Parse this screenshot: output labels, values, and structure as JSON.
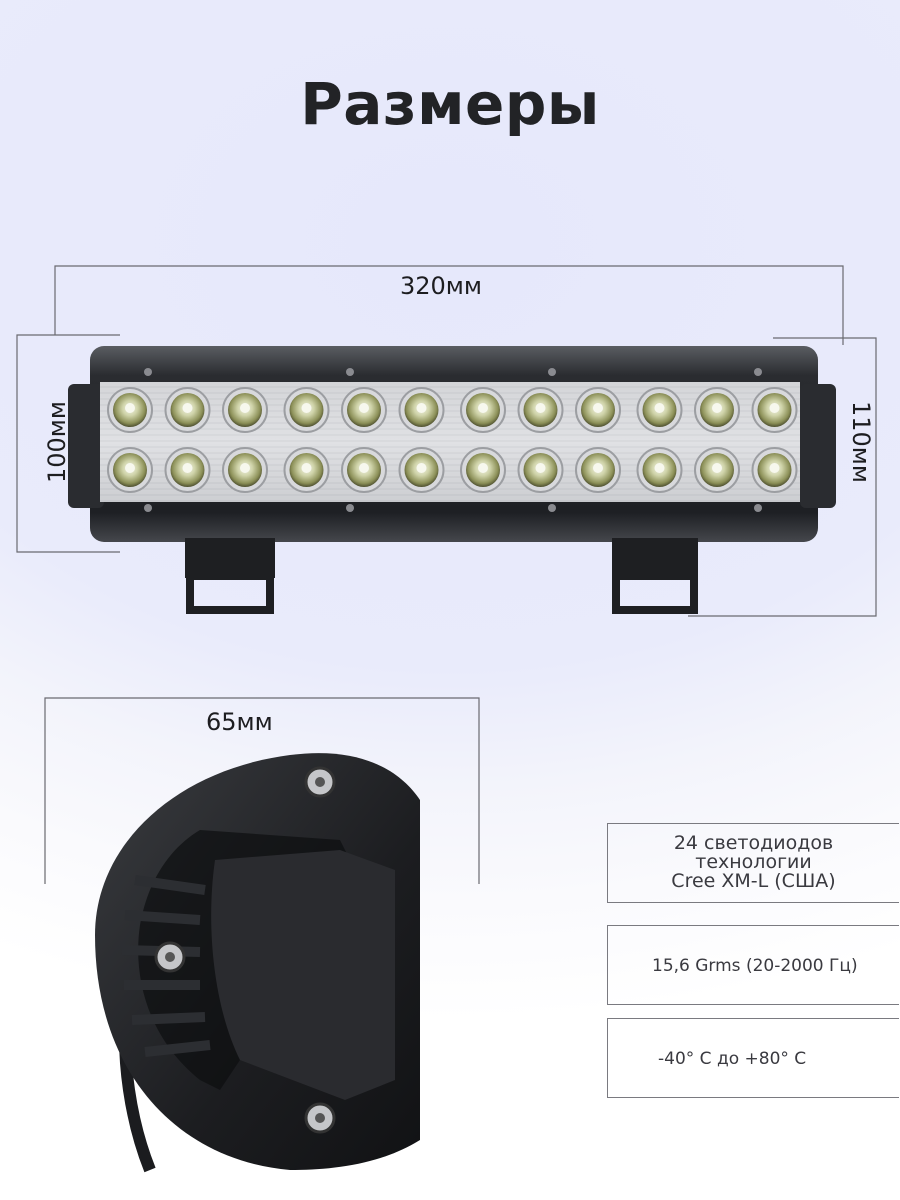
{
  "page": {
    "title": "Размеры"
  },
  "dimensions": {
    "length": "320мм",
    "height_left": "100мм",
    "height_right": "110мм",
    "depth": "65мм"
  },
  "specs": [
    {
      "lines": [
        "24 светодиодов",
        "технологии",
        "Cree XM-L (США)"
      ]
    },
    {
      "text": "15,6 Grms (20-2000 Гц)"
    },
    {
      "text": "-40° C до +80° C"
    }
  ],
  "product": {
    "led_count": 24,
    "rows": 2,
    "columns": 12
  }
}
